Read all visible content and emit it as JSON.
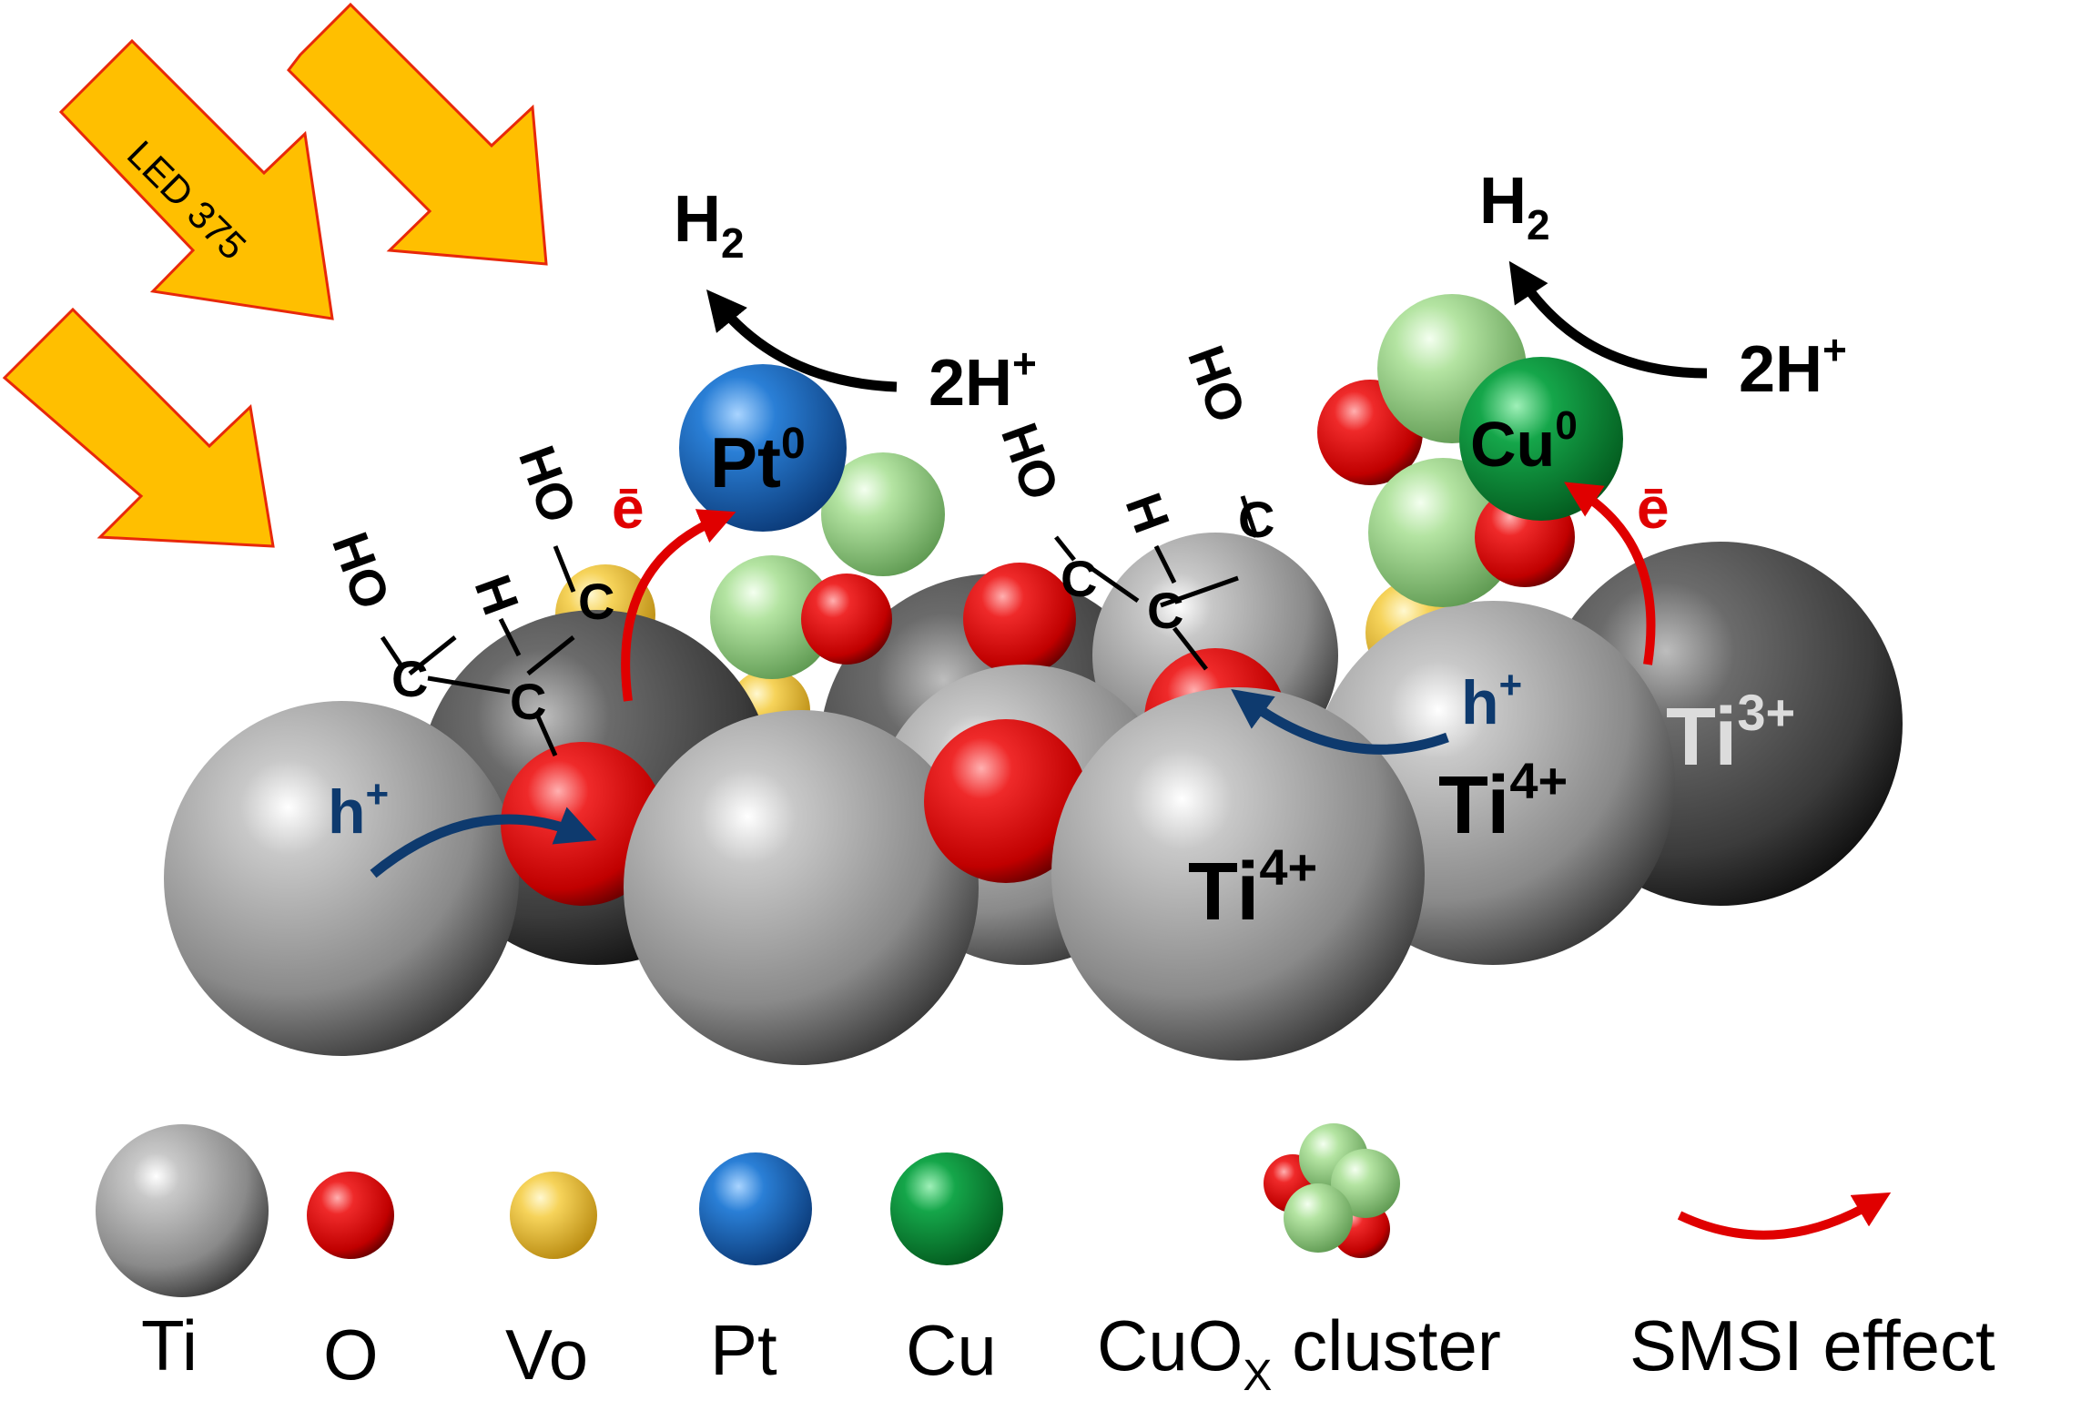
{
  "light": {
    "label": "LED 375"
  },
  "labels": {
    "h2_left": "H",
    "h2_left_sub": "2",
    "h2_right": "H",
    "h2_right_sub": "2",
    "twoh_left": "2H",
    "twoh_left_sup": "+",
    "twoh_right": "2H",
    "twoh_right_sup": "+",
    "pt": "Pt",
    "pt_sup": "0",
    "cu": "Cu",
    "cu_sup": "0",
    "e_left": "ē",
    "e_right": "ē",
    "h_left": "h",
    "h_left_sup": "+",
    "h_right": "h",
    "h_right_sup": "+",
    "ti4_center": "Ti",
    "ti4_center_sup": "4+",
    "ti4_right": "Ti",
    "ti4_right_sup": "4+",
    "ti3": "Ti",
    "ti3_sup": "3+"
  },
  "glycerol": {
    "ho": "HO",
    "h": "H",
    "c": "C"
  },
  "legend": {
    "ti": "Ti",
    "o": "O",
    "vo": "Vo",
    "pt": "Pt",
    "cu": "Cu",
    "cuox_pre": "CuO",
    "cuox_sub": "X",
    "cuox_post": " cluster",
    "smsi": "SMSI effect"
  },
  "colors": {
    "ti": "#9a9a9a",
    "ti_dark": "#3a3a3a",
    "o": "#e01a1a",
    "vo": "#f2c94c",
    "pt": "#1e6fc8",
    "cu": "#0f9a3a",
    "cuox": "#a8dc98",
    "arrow_light": "#ffbf00",
    "arrow_light_edge": "#e8280a",
    "electron": "#e00000",
    "hole": "#0e3a6e"
  }
}
